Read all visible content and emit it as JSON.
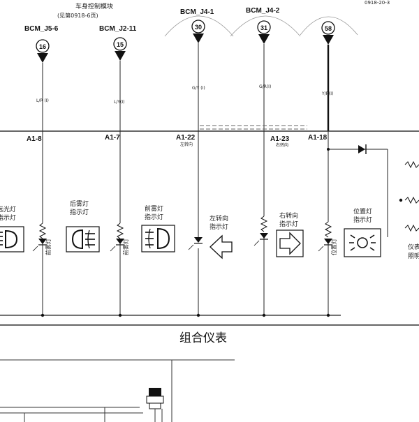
{
  "module": {
    "title": "车身控制模块",
    "ref": "(见第0918-6页)",
    "corner_ref": "0918-20-3"
  },
  "connectors": [
    {
      "bcm": "BCM_J5-6",
      "pin": "16",
      "wire": "L/R (I)",
      "terminal": "A1-8",
      "sub": "",
      "lamp": "前雾灯"
    },
    {
      "bcm": "BCM_J2-11",
      "pin": "15",
      "wire": "L/Y(I)",
      "terminal": "A1-7",
      "sub": "",
      "lamp": "前雾灯"
    },
    {
      "bcm": "BCM_J4-1",
      "pin": "30",
      "wire": "G/Y (I)",
      "terminal": "A1-22",
      "sub": "左转向",
      "lamp": ""
    },
    {
      "bcm": "BCM_J4-2",
      "pin": "31",
      "wire": "G/R(I)",
      "terminal": "A1-23",
      "sub": "右转向",
      "lamp": ""
    },
    {
      "bcm": "",
      "pin": "58",
      "wire": "Y/R(I)",
      "terminal": "A1-18",
      "sub": "",
      "lamp": "位置灯"
    }
  ],
  "indicators": [
    {
      "label_line1": "远光灯",
      "label_line2": "指示灯",
      "icon": "high-beam-icon"
    },
    {
      "label_line1": "后雾灯",
      "label_line2": "指示灯",
      "icon": "rear-fog-icon"
    },
    {
      "label_line1": "前雾灯",
      "label_line2": "指示灯",
      "icon": "front-fog-icon"
    },
    {
      "label_line1": "左转向",
      "label_line2": "指示灯",
      "icon": "left-arrow-icon"
    },
    {
      "label_line1": "右转向",
      "label_line2": "指示灯",
      "icon": "right-arrow-icon"
    },
    {
      "label_line1": "位置灯",
      "label_line2": "指示灯",
      "icon": "position-lamp-icon"
    }
  ],
  "right_edge": {
    "line1": "仪表",
    "line2": "照明灯"
  },
  "cluster_title": "组合仪表",
  "colors": {
    "ink": "#111111",
    "line": "#222222",
    "bus": "#333333"
  }
}
